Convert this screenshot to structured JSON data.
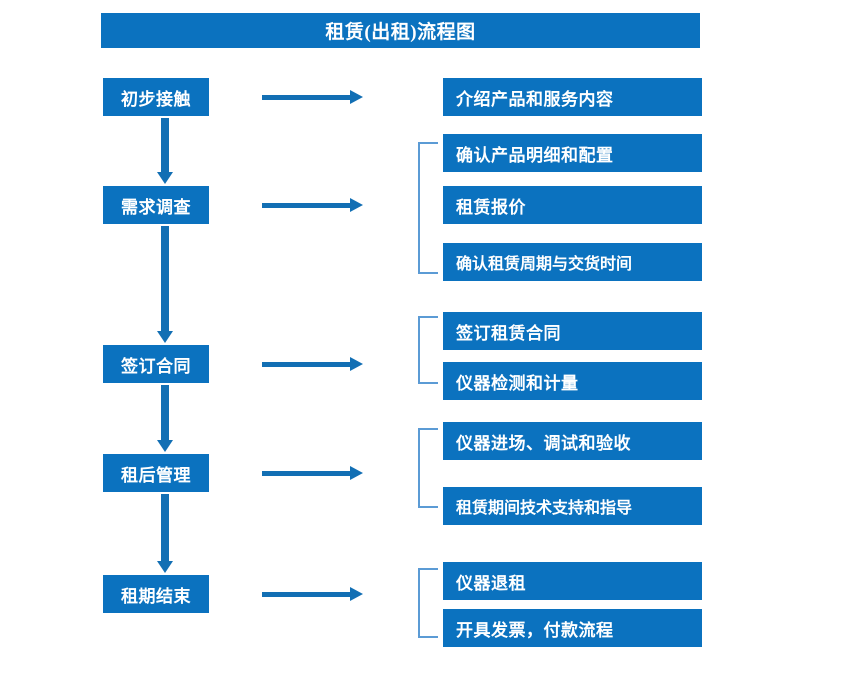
{
  "title": "租赁(出租)流程图",
  "theme": {
    "box_blue": "#0b72bf",
    "arrow_blue": "#126fb4",
    "bracket_blue": "#5b9bd5",
    "text_white": "#ffffff",
    "background": "#ffffff"
  },
  "stages": [
    {
      "label": "初步接触"
    },
    {
      "label": "需求调查"
    },
    {
      "label": "签订合同"
    },
    {
      "label": "租后管理"
    },
    {
      "label": "租期结束"
    }
  ],
  "details": {
    "group1": [
      {
        "label": "介绍产品和服务内容"
      }
    ],
    "group2": [
      {
        "label": "确认产品明细和配置"
      },
      {
        "label": "租赁报价"
      },
      {
        "label": "确认租赁周期与交货时间"
      }
    ],
    "group3": [
      {
        "label": "签订租赁合同"
      },
      {
        "label": "仪器检测和计量"
      }
    ],
    "group4": [
      {
        "label": "仪器进场、调试和验收"
      },
      {
        "label": "租赁期间技术支持和指导"
      }
    ],
    "group5": [
      {
        "label": "仪器退租"
      },
      {
        "label": "开具发票，付款流程"
      }
    ]
  }
}
